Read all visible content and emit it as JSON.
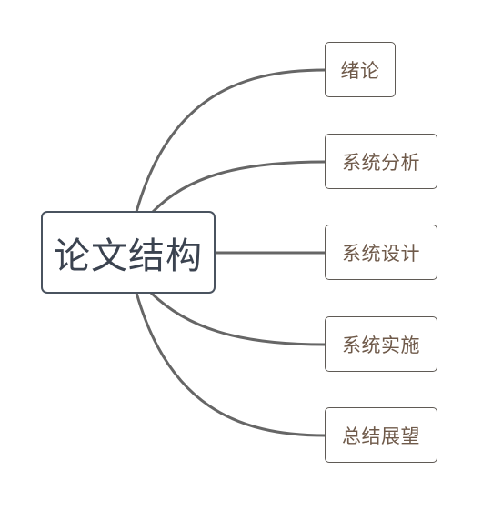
{
  "mindmap": {
    "root": {
      "label": "论文结构"
    },
    "children": [
      {
        "label": "绪论"
      },
      {
        "label": "系统分析"
      },
      {
        "label": "系统设计"
      },
      {
        "label": "系统实施"
      },
      {
        "label": "总结展望"
      }
    ]
  },
  "colors": {
    "connector": "#666666",
    "root_border": "#4a535f",
    "root_text": "#3b4350",
    "child_border": "#5f5a55",
    "child_text": "#6f5a4a",
    "background": "#ffffff"
  }
}
